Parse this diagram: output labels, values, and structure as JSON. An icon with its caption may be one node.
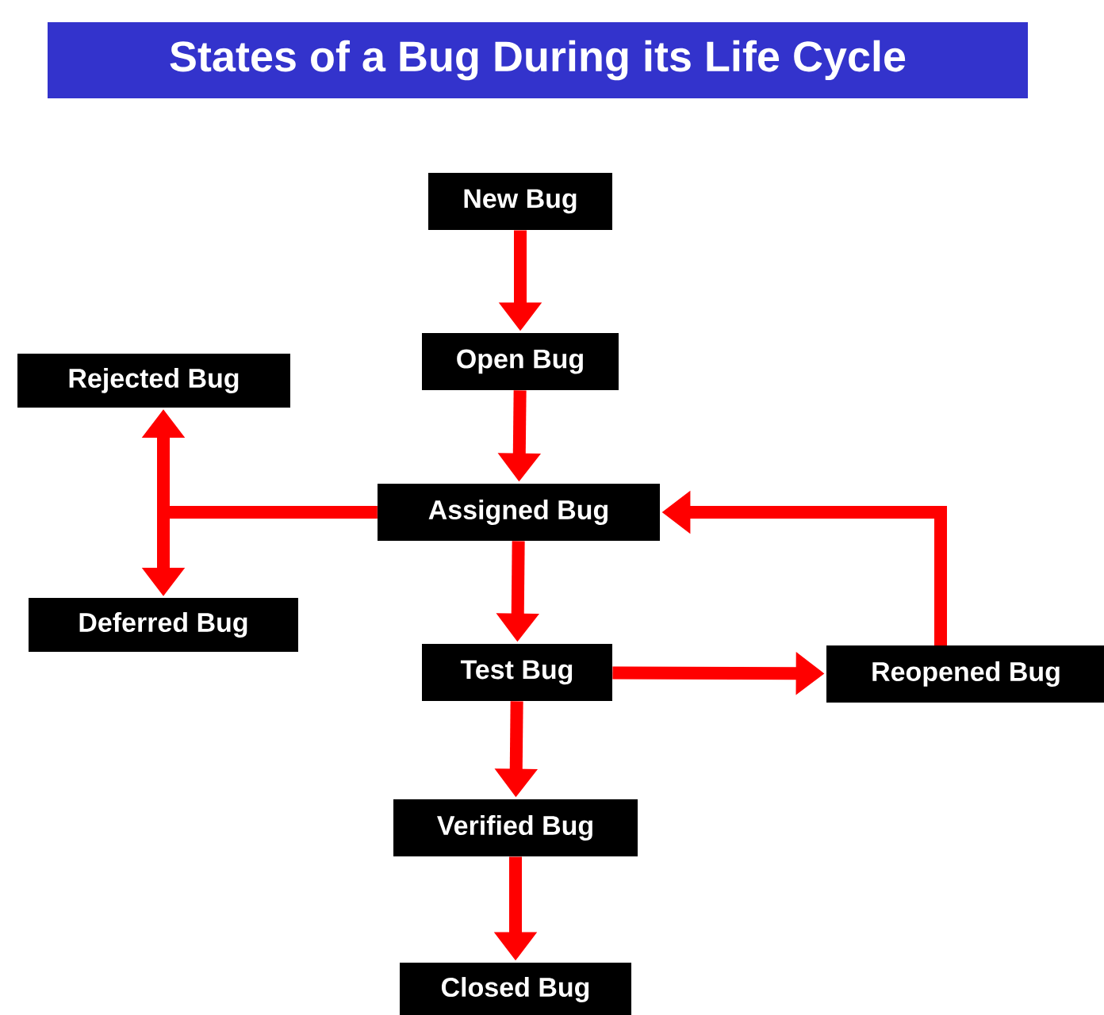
{
  "diagram": {
    "title": "States of a Bug During its Life Cycle",
    "nodes": [
      {
        "text": [
          "New Bug"
        ]
      },
      {
        "text": [
          "Open Bug"
        ]
      },
      {
        "text": [
          "Rejected Bug"
        ]
      },
      {
        "text": [
          "Assigned Bug"
        ]
      },
      {
        "text": [
          "Deferred Bug"
        ]
      },
      {
        "text": [
          "Test Bug"
        ]
      },
      {
        "text": [
          "Reopened Bug"
        ]
      },
      {
        "text": [
          "Verified Bug"
        ]
      },
      {
        "text": [
          "Closed Bug"
        ]
      }
    ],
    "edges": [
      {
        "from": 0,
        "to": 1,
        "arrow": "to"
      },
      {
        "from": 1,
        "to": 3,
        "arrow": "to"
      },
      {
        "from": 3,
        "to": 2,
        "arrow": "to"
      },
      {
        "from": 3,
        "to": 4,
        "arrow": "to"
      },
      {
        "from": 3,
        "to": 5,
        "arrow": "to"
      },
      {
        "from": 5,
        "to": 6,
        "arrow": "to"
      },
      {
        "from": 6,
        "to": 3,
        "arrow": "to"
      },
      {
        "from": 5,
        "to": 7,
        "arrow": "to"
      },
      {
        "from": 7,
        "to": 8,
        "arrow": "to"
      }
    ]
  }
}
